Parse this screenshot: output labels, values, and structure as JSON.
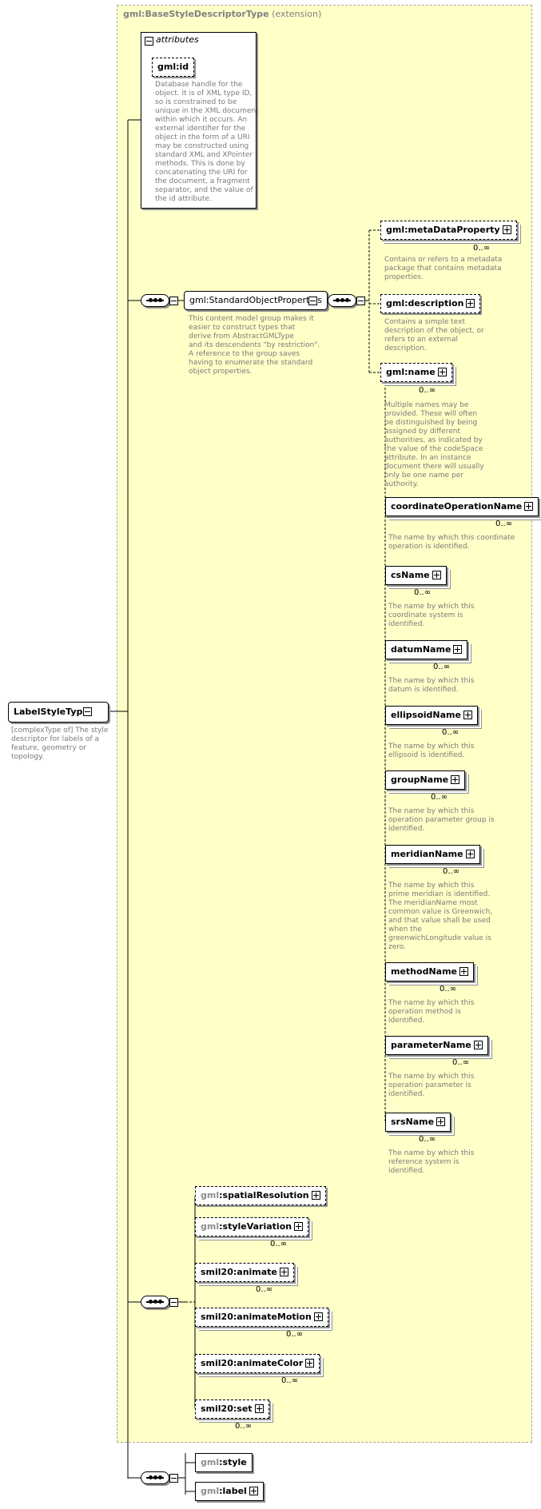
{
  "extension": {
    "prefix": "gml",
    "name": "BaseStyleDescriptorType",
    "tag": "(extension)"
  },
  "attributes": {
    "header": "attributes",
    "id": {
      "prefix": "gml",
      "name": "id",
      "doc": [
        "Database handle for the",
        "object.  It is of XML type ID,",
        "so is constrained to be",
        "unique in the XML document",
        "within which it occurs.  An",
        "external identifier for the",
        "object in the form of a URI",
        "may be constructed using",
        "standard XML and XPointer",
        "methods.  This is done by",
        "concatenating the URI for",
        "the document, a fragment",
        "separator, and the value of",
        "the id attribute."
      ]
    }
  },
  "root": {
    "name": "LabelStyleType",
    "doc": [
      "[complexType of] The style",
      "descriptor for labels of a",
      "feature, geometry or",
      "topology."
    ]
  },
  "group": {
    "label": "gml:StandardObjectProperties",
    "doc": [
      "This content model group makes it",
      "easier to construct types that",
      "       derive from AbstractGMLType",
      "and its descendents \"by restriction\".",
      "       A reference to the group saves",
      "having to enumerate the standard",
      "object properties."
    ]
  },
  "std_elements": [
    {
      "prefix": "gml",
      "name": "metaDataProperty",
      "occurs": "0..∞",
      "doc": [
        "Contains or refers to a metadata",
        "package that contains metadata",
        "properties."
      ]
    },
    {
      "prefix": "gml",
      "name": "description",
      "occurs": "",
      "doc": [
        "Contains a simple text",
        "description of the object, or",
        "refers to an external",
        "description."
      ]
    },
    {
      "prefix": "gml",
      "name": "name",
      "occurs": "0..∞",
      "doc": [
        "Multiple names may be",
        "provided.  These will often",
        "be distinguished by being",
        "assigned by different",
        "authorities, as indicated by",
        "the value of the codeSpace",
        "attribute.  In an instance",
        "document there will usually",
        "only be one name per",
        "authority."
      ]
    }
  ],
  "name_subs": [
    {
      "name": "coordinateOperationName",
      "occurs": "0..∞",
      "doc": [
        "The name by which this coordinate",
        "operation is identified."
      ]
    },
    {
      "name": "csName",
      "occurs": "0..∞",
      "doc": [
        "The name by which this",
        "coordinate system is",
        "identified."
      ]
    },
    {
      "name": "datumName",
      "occurs": "0..∞",
      "doc": [
        "The name by which this",
        "datum is identified."
      ]
    },
    {
      "name": "ellipsoidName",
      "occurs": "0..∞",
      "doc": [
        "The name by which this",
        "ellipsoid is identified."
      ]
    },
    {
      "name": "groupName",
      "occurs": "0..∞",
      "doc": [
        "The name by which this",
        "operation parameter group is",
        "identified."
      ]
    },
    {
      "name": "meridianName",
      "occurs": "0..∞",
      "doc": [
        "The name by which this",
        "prime meridian is identified.",
        "The meridianName most",
        "common value is Greenwich,",
        "and that value shall be used",
        "when the",
        "greenwichLongitude value is",
        "zero."
      ]
    },
    {
      "name": "methodName",
      "occurs": "0..∞",
      "doc": [
        "The name by which this",
        "operation method is",
        "identified."
      ]
    },
    {
      "name": "parameterName",
      "occurs": "0..∞",
      "doc": [
        "The name by which this",
        "operation parameter is",
        "identified."
      ]
    },
    {
      "name": "srsName",
      "occurs": "0..∞",
      "doc": [
        "The name by which this",
        "reference system is",
        "identified."
      ]
    }
  ],
  "base_elements": [
    {
      "prefix": "gml",
      "name": "spatialResolution",
      "occurs": ""
    },
    {
      "prefix": "gml",
      "name": "styleVariation",
      "occurs": "0..∞"
    },
    {
      "prefix": "smil20",
      "name": "animate",
      "occurs": "0..∞"
    },
    {
      "prefix": "smil20",
      "name": "animateMotion",
      "occurs": "0..∞"
    },
    {
      "prefix": "smil20",
      "name": "animateColor",
      "occurs": "0..∞"
    },
    {
      "prefix": "smil20",
      "name": "set",
      "occurs": "0..∞"
    }
  ],
  "label_elements": [
    {
      "prefix": "gml",
      "name": "style"
    },
    {
      "prefix": "gml",
      "name": "label"
    }
  ]
}
